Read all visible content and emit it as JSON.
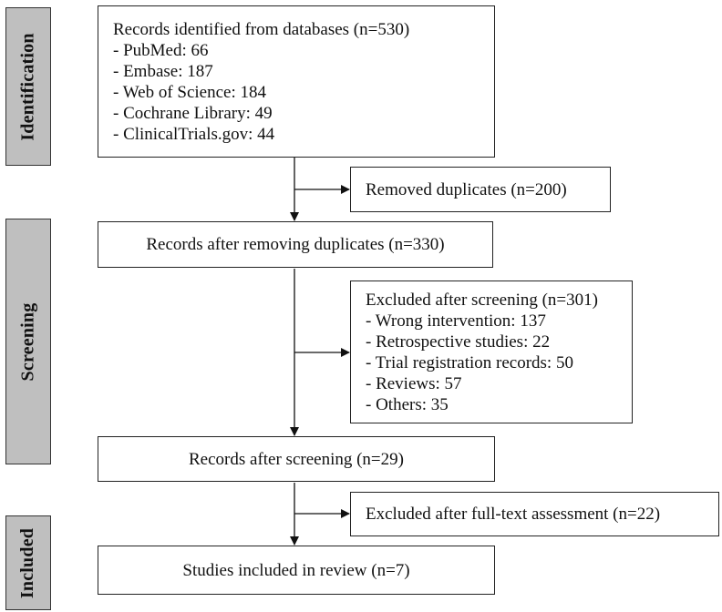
{
  "stages": {
    "identification": "Identification",
    "screening": "Screening",
    "included": "Included"
  },
  "identified": {
    "title": "Records identified from databases (n=530)",
    "items": [
      "- PubMed: 66",
      "- Embase: 187",
      "- Web of Science: 184",
      "- Cochrane Library: 49",
      "- ClinicalTrials.gov: 44"
    ]
  },
  "duplicates_removed": "Removed duplicates (n=200)",
  "after_duplicates": "Records after removing duplicates (n=330)",
  "excluded_screening": {
    "title": "Excluded after screening (n=301)",
    "items": [
      "- Wrong intervention: 137",
      "- Retrospective studies: 22",
      "- Trial registration records: 50",
      "- Reviews: 57",
      "- Others: 35"
    ]
  },
  "after_screening": "Records after screening (n=29)",
  "excluded_fulltext": "Excluded after full-text assessment (n=22)",
  "included_review": "Studies included in review (n=7)"
}
